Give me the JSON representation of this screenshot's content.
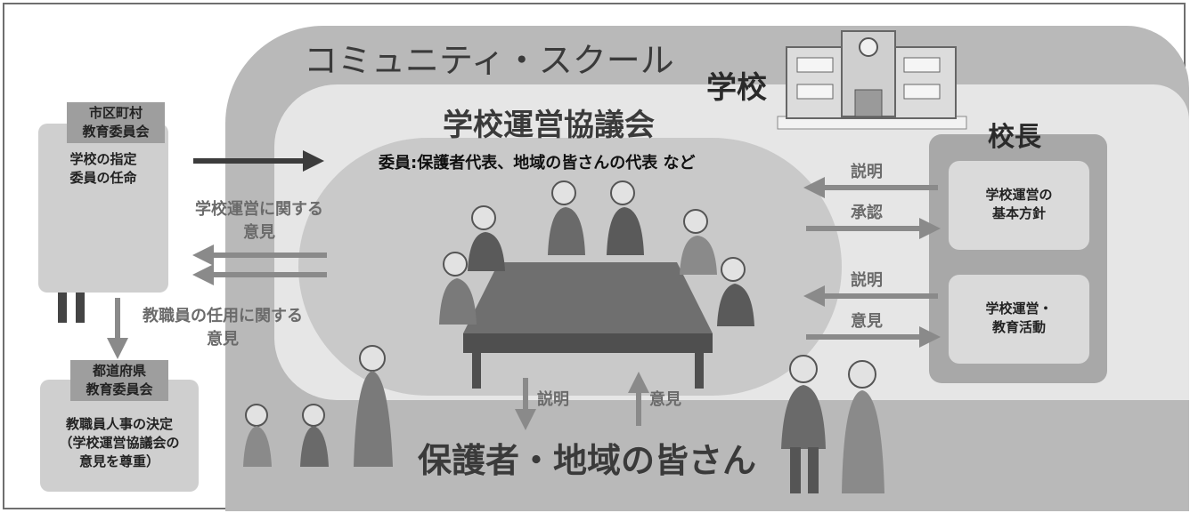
{
  "community_school": "コミュニティ・スクール",
  "school": "学校",
  "council": {
    "title": "学校運営協議会",
    "members": "委員:保護者代表、地域の皆さんの代表 など"
  },
  "principal": {
    "title": "校長",
    "box1": [
      "学校運営の",
      "基本方針"
    ],
    "box2": [
      "学校運営・",
      "教育活動"
    ]
  },
  "municipal_board": {
    "name": [
      "市区町村",
      "教育委員会"
    ],
    "role": [
      "学校の指定",
      "委員の任命"
    ]
  },
  "prefectural_board": {
    "name": [
      "都道府県",
      "教育委員会"
    ],
    "role": [
      "教職員人事の決定",
      "（学校運営協議会の",
      "意見を尊重）"
    ]
  },
  "arrows": {
    "opinion_school_ops": [
      "学校運営に関する",
      "意見"
    ],
    "opinion_staff": [
      "教職員の任用に関する",
      "意見"
    ],
    "explain_1": "説明",
    "approve": "承認",
    "explain_2": "説明",
    "opinion_2": "意見",
    "explain_3": "説明",
    "opinion_3": "意見"
  },
  "community": "保護者・地域の皆さん"
}
